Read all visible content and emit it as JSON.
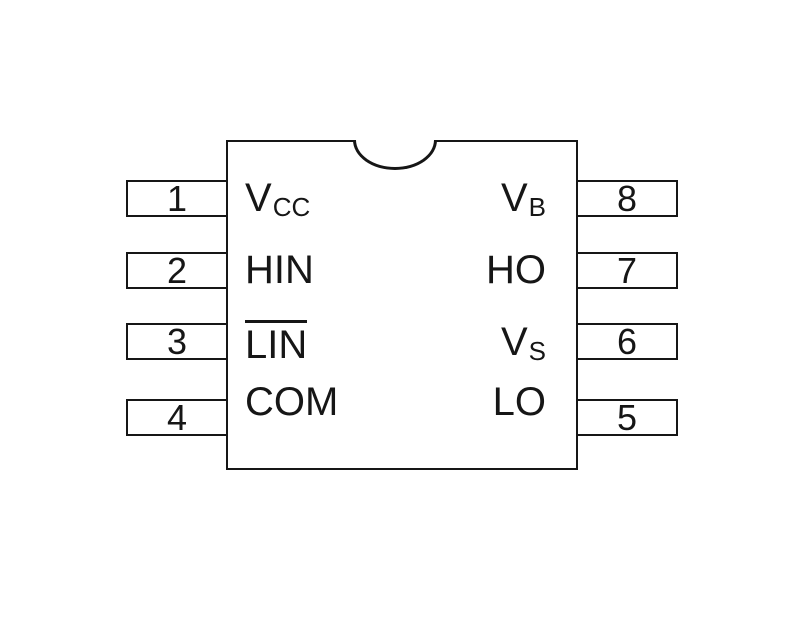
{
  "chip": {
    "package": "8-pin DIP pinout diagram",
    "colors": {
      "line": "#161616",
      "background": "#ffffff",
      "body_fill": "#ffffff"
    },
    "left_pins": [
      {
        "number": "1",
        "main": "V",
        "sub": "CC",
        "overline": false
      },
      {
        "number": "2",
        "main": "HIN",
        "sub": "",
        "overline": false
      },
      {
        "number": "3",
        "main": "LIN",
        "sub": "",
        "overline": true
      },
      {
        "number": "4",
        "main": "COM",
        "sub": "",
        "overline": false
      }
    ],
    "right_pins": [
      {
        "number": "8",
        "main": "V",
        "sub": "B",
        "overline": false
      },
      {
        "number": "7",
        "main": "HO",
        "sub": "",
        "overline": false
      },
      {
        "number": "6",
        "main": "V",
        "sub": "S",
        "overline": false
      },
      {
        "number": "5",
        "main": "LO",
        "sub": "",
        "overline": false
      }
    ]
  }
}
